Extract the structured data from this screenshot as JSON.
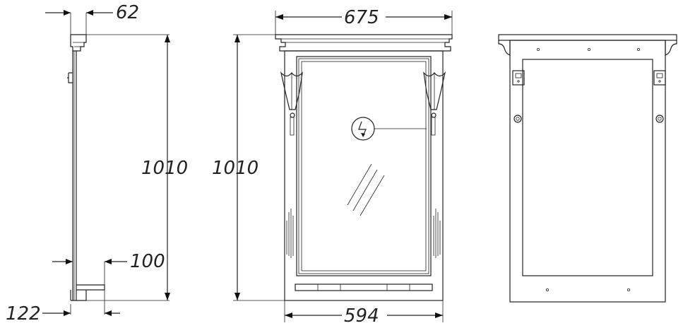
{
  "dimensions": {
    "side_top_depth": "62",
    "side_height": "1010",
    "side_bottom_depth": "100",
    "side_base_depth": "122",
    "front_top_width": "675",
    "front_height": "1010",
    "front_bottom_width": "594"
  }
}
